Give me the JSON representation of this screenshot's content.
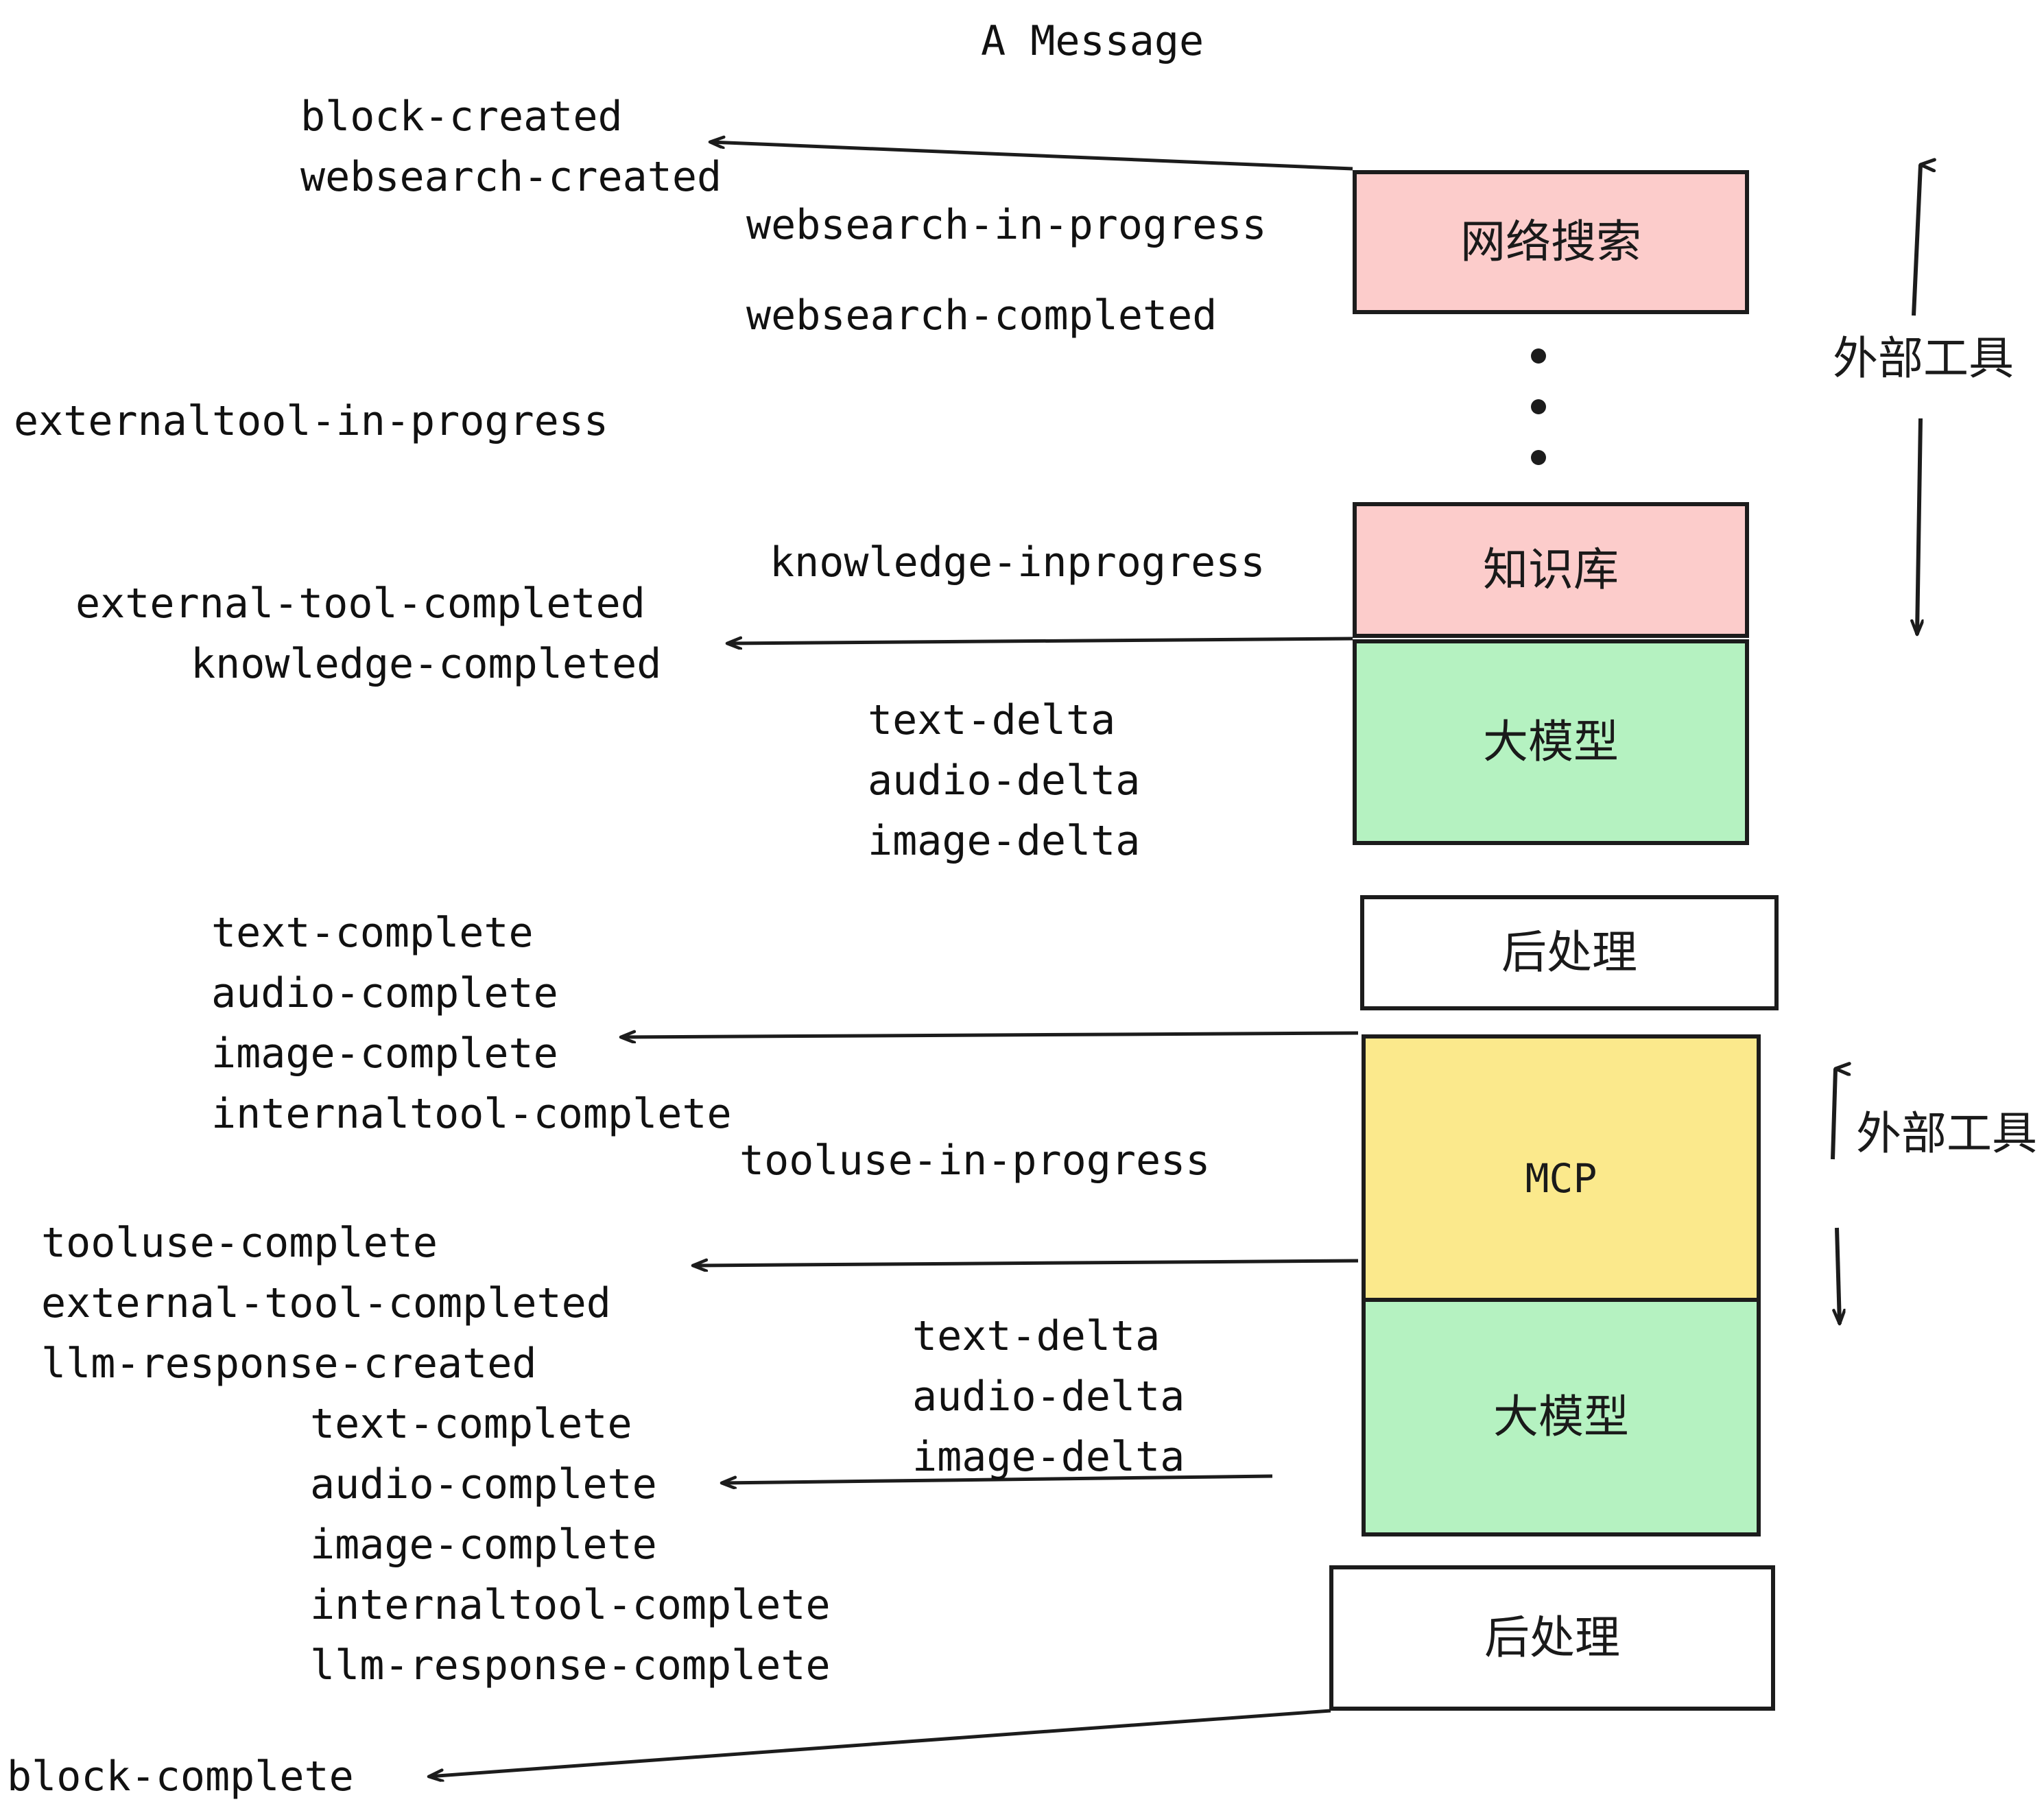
{
  "title": "A Message",
  "colors": {
    "pink": "#fccccb",
    "green": "#b5f2c1",
    "yellow": "#fbe98c",
    "white": "#ffffff",
    "stroke": "#1c1c1c",
    "text": "#111111"
  },
  "nodes": [
    {
      "id": "websearch",
      "label": "网络搜索",
      "fill": "#fccccb",
      "mono": false
    },
    {
      "id": "knowledge",
      "label": "知识库",
      "fill": "#fccccb",
      "mono": false
    },
    {
      "id": "llm-1",
      "label": "大模型",
      "fill": "#b5f2c1",
      "mono": false
    },
    {
      "id": "postprocess-1",
      "label": "后处理",
      "fill": "#ffffff",
      "mono": false
    },
    {
      "id": "mcp",
      "label": "MCP",
      "fill": "#fbe98c",
      "mono": true
    },
    {
      "id": "llm-2",
      "label": "大模型",
      "fill": "#b5f2c1",
      "mono": false
    },
    {
      "id": "postprocess-2",
      "label": "后处理",
      "fill": "#ffffff",
      "mono": false
    }
  ],
  "group_labels": [
    {
      "id": "external-tools-top",
      "text": "外部工具"
    },
    {
      "id": "external-tools-bottom",
      "text": "外部工具"
    }
  ],
  "events": [
    {
      "id": "e01",
      "text": "block-created"
    },
    {
      "id": "e02",
      "text": "websearch-created"
    },
    {
      "id": "e03",
      "text": "websearch-in-progress"
    },
    {
      "id": "e04",
      "text": "websearch-completed"
    },
    {
      "id": "e05",
      "text": "externaltool-in-progress"
    },
    {
      "id": "e06",
      "text": "knowledge-inprogress"
    },
    {
      "id": "e07",
      "text": "external-tool-completed"
    },
    {
      "id": "e08",
      "text": "knowledge-completed"
    },
    {
      "id": "e09",
      "text": "text-delta"
    },
    {
      "id": "e10",
      "text": "audio-delta"
    },
    {
      "id": "e11",
      "text": "image-delta"
    },
    {
      "id": "e12",
      "text": "text-complete"
    },
    {
      "id": "e13",
      "text": "audio-complete"
    },
    {
      "id": "e14",
      "text": "image-complete"
    },
    {
      "id": "e15",
      "text": "internaltool-complete"
    },
    {
      "id": "e16",
      "text": "tooluse-in-progress"
    },
    {
      "id": "e17",
      "text": "tooluse-complete"
    },
    {
      "id": "e18",
      "text": "external-tool-completed"
    },
    {
      "id": "e19",
      "text": "llm-response-created"
    },
    {
      "id": "e20",
      "text": "text-delta"
    },
    {
      "id": "e21",
      "text": "audio-delta"
    },
    {
      "id": "e22",
      "text": "image-delta"
    },
    {
      "id": "e23",
      "text": "text-complete"
    },
    {
      "id": "e24",
      "text": "audio-complete"
    },
    {
      "id": "e25",
      "text": "image-complete"
    },
    {
      "id": "e26",
      "text": "internaltool-complete"
    },
    {
      "id": "e27",
      "text": "llm-response-complete"
    },
    {
      "id": "e28",
      "text": "block-complete"
    }
  ],
  "ellipsis": {
    "dots": 3
  }
}
